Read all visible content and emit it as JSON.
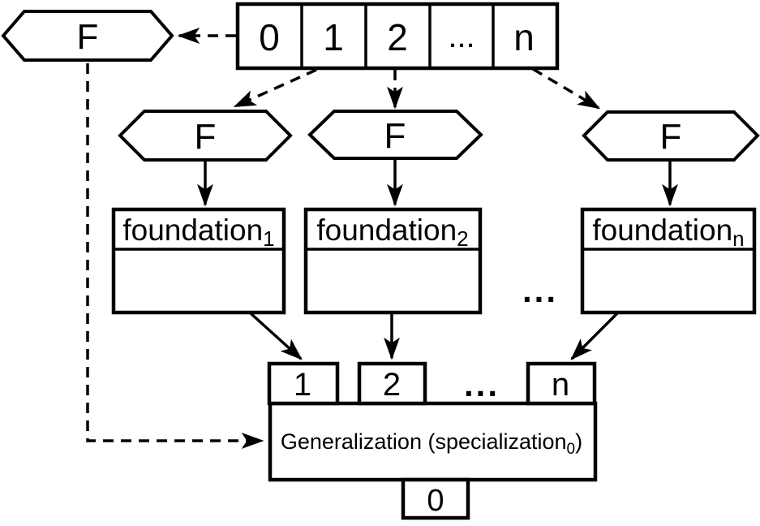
{
  "diagram": {
    "root_hexagon": {
      "label": "F"
    },
    "array": {
      "cells": [
        "0",
        "1",
        "2",
        "...",
        "n"
      ]
    },
    "hexagons": [
      {
        "label": "F"
      },
      {
        "label": "F"
      },
      {
        "label": "F"
      }
    ],
    "foundations": [
      {
        "base": "foundation",
        "sub": "1"
      },
      {
        "base": "foundation",
        "sub": "2"
      },
      {
        "base": "foundation",
        "sub": "n"
      }
    ],
    "foundation_ellipsis": "...",
    "bottom": {
      "ports": [
        "1",
        "2",
        "n"
      ],
      "ports_ellipsis": "...",
      "label_main": "Generalization (specialization",
      "label_sub": "0",
      "label_close": ")",
      "bottom_port": "0"
    },
    "colors": {
      "line": "#000000",
      "background": "#ffffff"
    }
  }
}
